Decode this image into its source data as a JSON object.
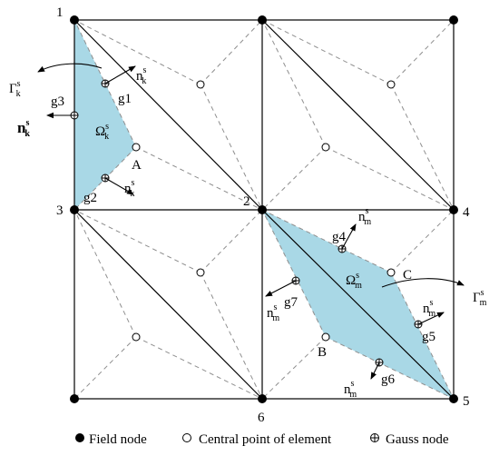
{
  "colors": {
    "shade": "#a9d8e6",
    "line": "#000000",
    "dash": "#8f8f8f"
  },
  "field_nodes": [
    {
      "id": "n1",
      "label": "1"
    },
    {
      "id": "n2",
      "label": "2"
    },
    {
      "id": "n3",
      "label": "3"
    },
    {
      "id": "n4",
      "label": "4"
    },
    {
      "id": "n5",
      "label": "5"
    },
    {
      "id": "n6",
      "label": "6"
    }
  ],
  "gauss_nodes": [
    {
      "id": "g1",
      "label": "g1"
    },
    {
      "id": "g2",
      "label": "g2"
    },
    {
      "id": "g3",
      "label": "g3"
    },
    {
      "id": "g4",
      "label": "g4"
    },
    {
      "id": "g5",
      "label": "g5"
    },
    {
      "id": "g6",
      "label": "g6"
    },
    {
      "id": "g7",
      "label": "g7"
    }
  ],
  "points": {
    "A": "A",
    "B": "B",
    "C": "C"
  },
  "symbols": {
    "gamma": "Γ",
    "omega": "Ω",
    "n": "n",
    "sup_s": "s",
    "sub_k": "k",
    "sub_m": "m"
  },
  "legend": {
    "field_node": "Field node",
    "central_point": "Central point of element",
    "gauss_node": "Gauss node"
  }
}
